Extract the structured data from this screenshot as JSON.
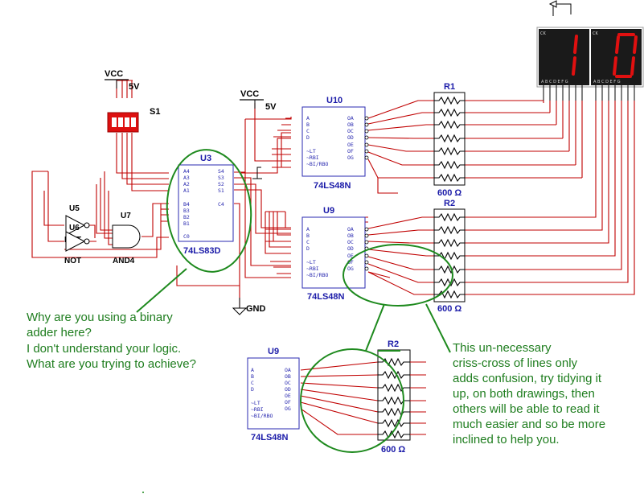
{
  "components": {
    "vcc_top": {
      "label": "VCC",
      "value": "5V"
    },
    "vcc_mid": {
      "label": "VCC",
      "value": "5V"
    },
    "switch": {
      "label": "S1"
    },
    "adder": {
      "ref": "U3",
      "part": "74LS83D",
      "left_pins": [
        "A4",
        "A3",
        "A2",
        "A1",
        "B4",
        "B3",
        "B2",
        "B1",
        "C0"
      ],
      "right_pins": [
        "S4",
        "S3",
        "S2",
        "S1",
        "C4"
      ]
    },
    "dec_u10": {
      "ref": "U10",
      "part": "74LS48N",
      "left_pins": [
        "A",
        "B",
        "C",
        "D",
        "~LT",
        "~RBI",
        "~BI/RBO"
      ],
      "right_pins": [
        "OA",
        "OB",
        "OC",
        "OD",
        "OE",
        "OF",
        "OG"
      ]
    },
    "dec_u9": {
      "ref": "U9",
      "part": "74LS48N",
      "left_pins": [
        "A",
        "B",
        "C",
        "D",
        "~LT",
        "~RBI",
        "~BI/RBO"
      ],
      "right_pins": [
        "OA",
        "OB",
        "OC",
        "OD",
        "OE",
        "OF",
        "OG"
      ]
    },
    "dec_u9_zoom": {
      "ref": "U9",
      "part": "74LS48N",
      "left_pins": [
        "A",
        "B",
        "C",
        "D",
        "~LT",
        "~RBI",
        "~BI/RBO"
      ],
      "right_pins": [
        "OA",
        "OB",
        "OC",
        "OD",
        "OE",
        "OF",
        "OG"
      ]
    },
    "inverter": {
      "ref": "U5",
      "type": "NOT"
    },
    "inverter2": {
      "ref": "U6",
      "type": "NOT"
    },
    "and_gate": {
      "ref": "U7",
      "type": "AND4"
    },
    "r1": {
      "ref": "R1",
      "value": "600 Ω"
    },
    "r2": {
      "ref": "R2",
      "value": "600 Ω"
    },
    "r2_zoom": {
      "ref": "R2",
      "value": "600 Ω"
    },
    "gnd": {
      "label": "GND"
    },
    "display": {
      "left_digit": "1",
      "right_digit": "0",
      "ck": "CK",
      "segments": "A B C D E F G"
    }
  },
  "annotations": {
    "question_lines": [
      "Why are you using a binary",
      "adder here?",
      "I don't understand your logic.",
      "What are you trying to achieve?"
    ],
    "advice_lines": [
      "This un-necessary",
      "criss-cross of lines only",
      "adds confusion, try tidying it",
      "up, on both drawings, then",
      "others will be able to read it",
      "much easier and so be more",
      "inclined to help you."
    ]
  },
  "colors": {
    "wire": "#c00000",
    "chip_outline": "#2a2ab0",
    "annotation": "#1e8a1e",
    "display_segment": "#e01010",
    "display_body": "#1a1a1a"
  }
}
